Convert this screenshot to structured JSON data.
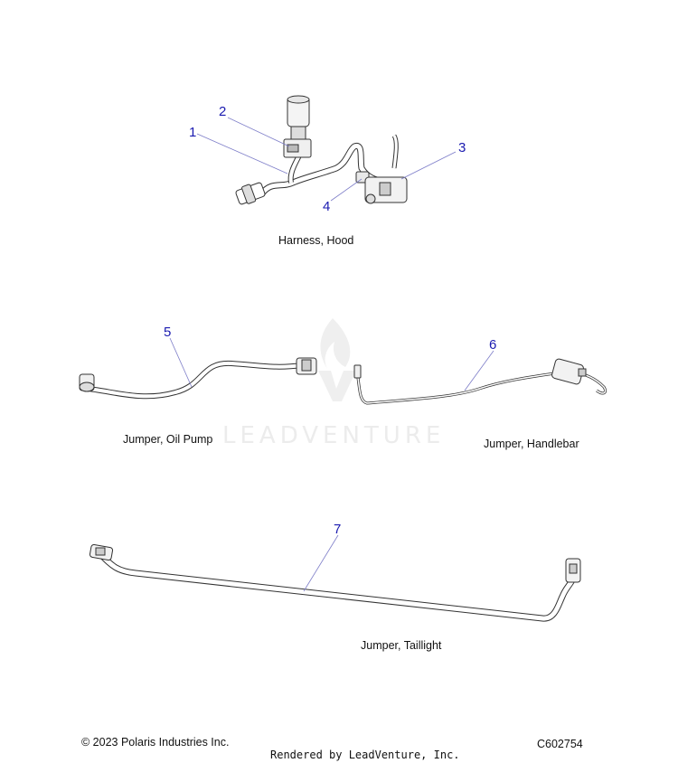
{
  "watermark": {
    "text": "LEADVENTURE",
    "brand_color": "#ececec"
  },
  "callout_color": "#1a1ab0",
  "callouts": [
    {
      "id": "1",
      "label": "1"
    },
    {
      "id": "2",
      "label": "2"
    },
    {
      "id": "3",
      "label": "3"
    },
    {
      "id": "4",
      "label": "4"
    },
    {
      "id": "5",
      "label": "5"
    },
    {
      "id": "6",
      "label": "6"
    },
    {
      "id": "7",
      "label": "7"
    }
  ],
  "captions": {
    "harness_hood": "Harness, Hood",
    "jumper_oil_pump": "Jumper, Oil Pump",
    "jumper_handlebar": "Jumper, Handlebar",
    "jumper_taillight": "Jumper, Taillight"
  },
  "footer": {
    "copyright": "© 2023 Polaris Industries Inc.",
    "rendered_by": "Rendered by LeadVenture, Inc.",
    "drawing_id": "C602754"
  }
}
